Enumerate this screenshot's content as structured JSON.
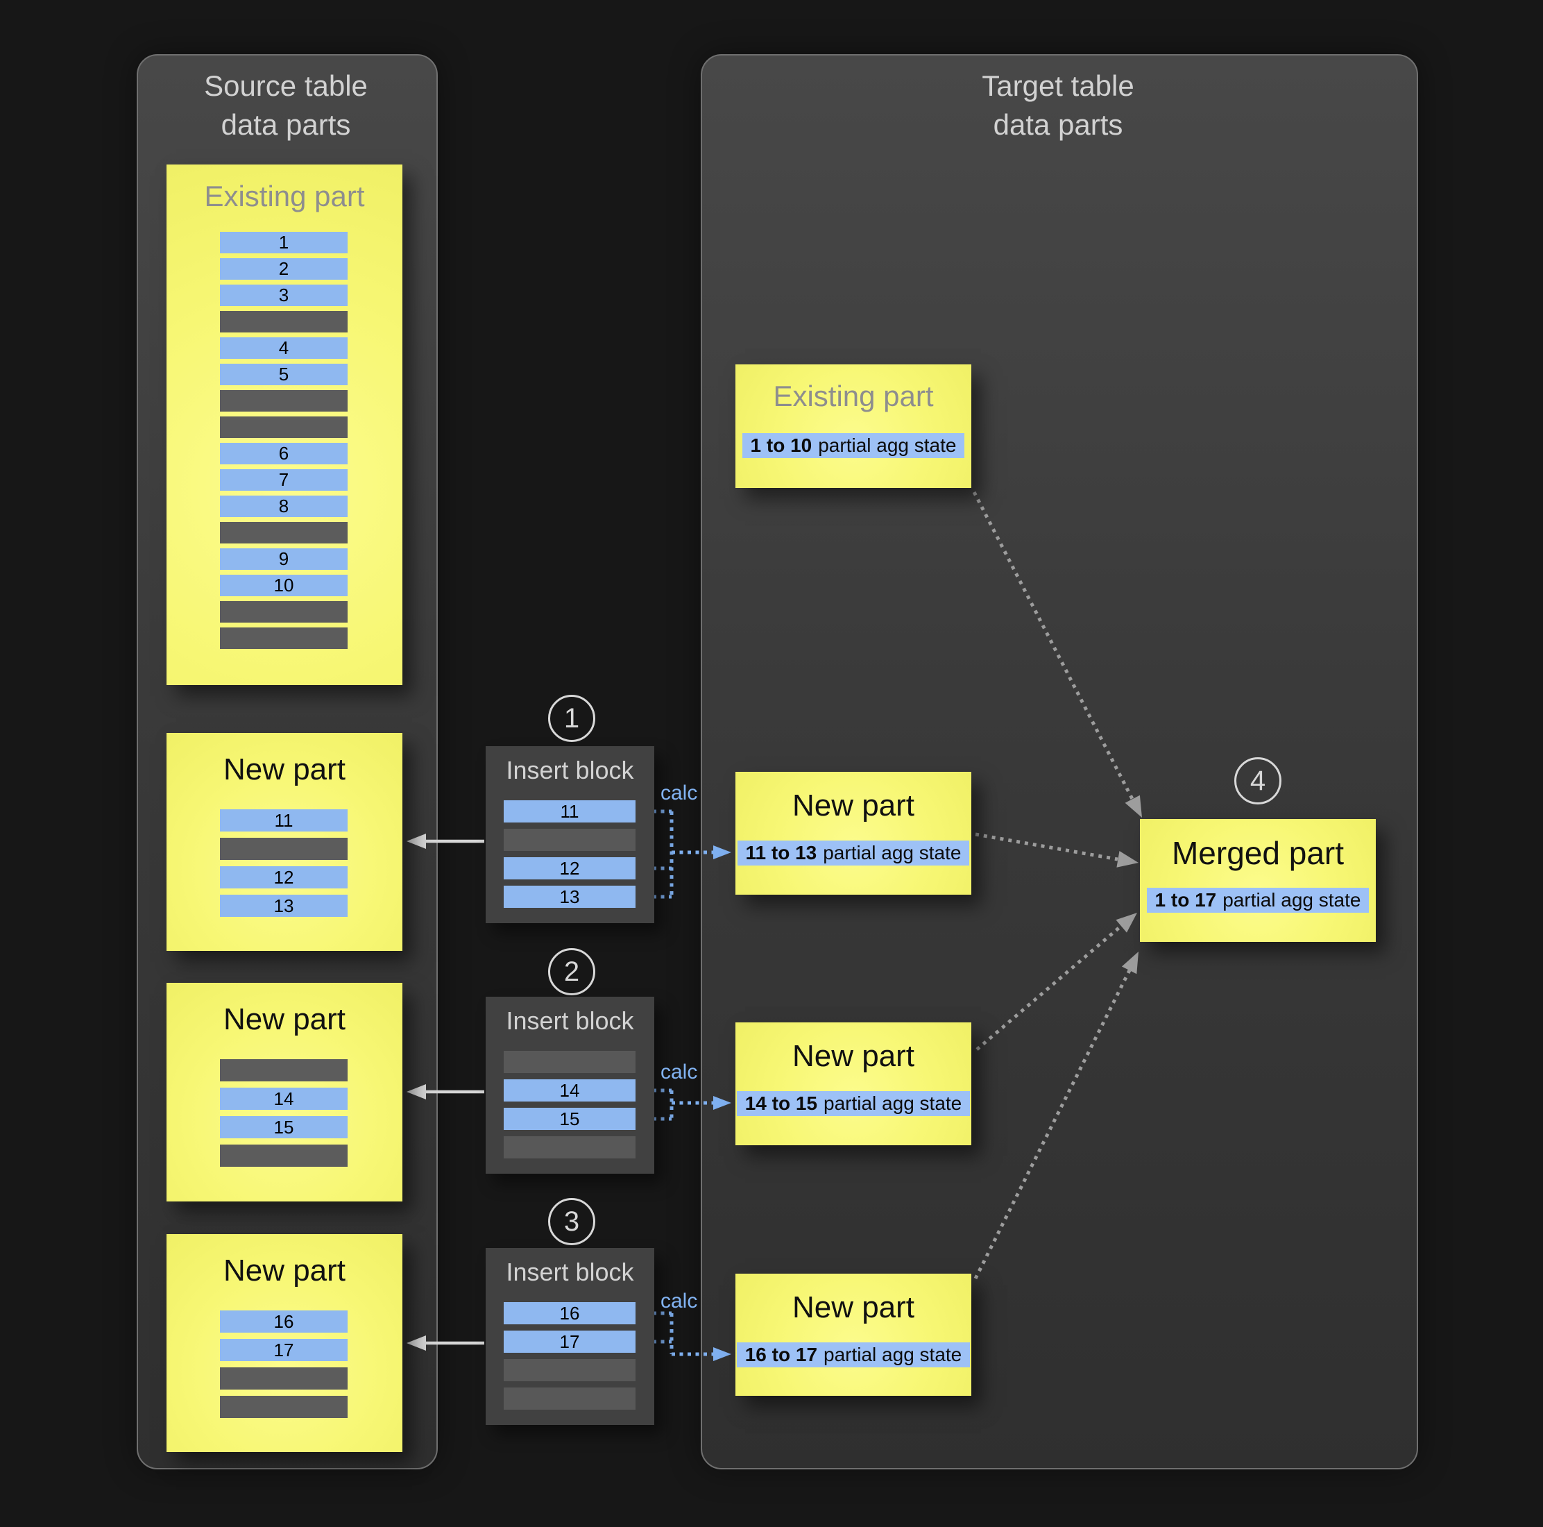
{
  "source_panel": {
    "title_line1": "Source table",
    "title_line2": "data parts",
    "existing_part": {
      "title": "Existing part",
      "rows": [
        "1",
        "2",
        "3",
        null,
        "4",
        "5",
        null,
        null,
        "6",
        "7",
        "8",
        null,
        "9",
        "10",
        null,
        null
      ]
    },
    "new_parts": [
      {
        "title": "New part",
        "rows": [
          "11",
          null,
          "12",
          "13"
        ]
      },
      {
        "title": "New part",
        "rows": [
          null,
          "14",
          "15",
          null
        ]
      },
      {
        "title": "New part",
        "rows": [
          "16",
          "17",
          null,
          null
        ]
      }
    ]
  },
  "insert_blocks": [
    {
      "step": "1",
      "title": "Insert block",
      "calc": "calc",
      "rows": [
        "11",
        null,
        "12",
        "13"
      ]
    },
    {
      "step": "2",
      "title": "Insert block",
      "calc": "calc",
      "rows": [
        null,
        "14",
        "15",
        null
      ]
    },
    {
      "step": "3",
      "title": "Insert block",
      "calc": "calc",
      "rows": [
        "16",
        "17",
        null,
        null
      ]
    }
  ],
  "target_panel": {
    "title_line1": "Target table",
    "title_line2": "data parts",
    "existing_part": {
      "title": "Existing part",
      "range": "1 to 10",
      "state": "partial agg state"
    },
    "new_parts": [
      {
        "title": "New part",
        "range": "11 to 13",
        "state": "partial agg state"
      },
      {
        "title": "New part",
        "range": "14 to 15",
        "state": "partial agg state"
      },
      {
        "title": "New part",
        "range": "16 to 17",
        "state": "partial agg state"
      }
    ],
    "merged_part": {
      "step": "4",
      "title": "Merged part",
      "range": "1 to 17",
      "state": "partial agg state"
    }
  },
  "colors": {
    "background": "#171717",
    "panel": "#3d3d3d",
    "yellow_part": "#f7f774",
    "blue_row": "#8fb8f0",
    "gray_row": "#5c5c5c",
    "chip_blue": "#9dc1f6",
    "accent_blue": "#7fb0f0",
    "arrow_gray": "#9d9d9d",
    "arrow_white": "#d6d6d6"
  }
}
